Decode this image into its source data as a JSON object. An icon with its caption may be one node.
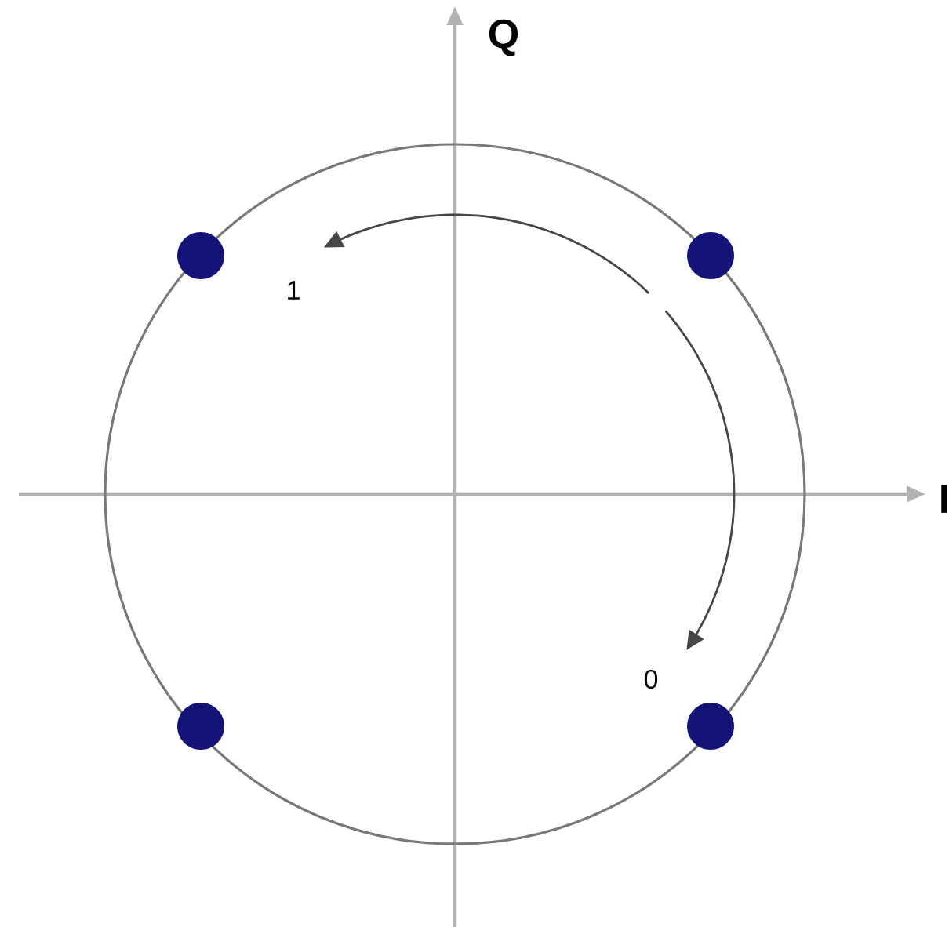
{
  "diagram": {
    "labels": [
      "Q",
      "I",
      "1",
      "0"
    ]
  }
}
